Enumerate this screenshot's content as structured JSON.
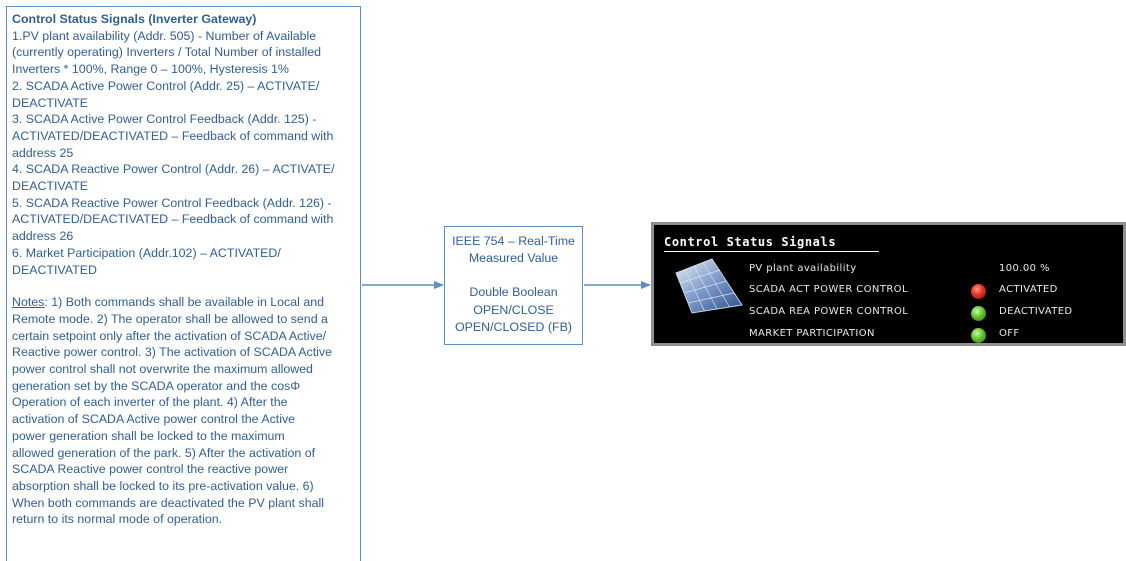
{
  "spec": {
    "title": "Control Status Signals (Inverter Gateway)",
    "lines": [
      "1.PV plant availability (Addr. 505) - Number of Available",
      "(currently operating) Inverters / Total Number of installed",
      "Inverters * 100%, Range 0 – 100%, Hysteresis 1%",
      "2. SCADA Active Power Control (Addr. 25) – ACTIVATE/",
      "DEACTIVATE",
      "3. SCADA Active Power Control Feedback (Addr. 125) -",
      "ACTIVATED/DEACTIVATED – Feedback of command with",
      "address 25",
      "4. SCADA Reactive Power Control (Addr. 26) – ACTIVATE/",
      "DEACTIVATE",
      "5. SCADA Reactive Power Control Feedback (Addr. 126) -",
      "ACTIVATED/DEACTIVATED – Feedback of command with",
      "address 26",
      "6. Market Participation (Addr.102) – ACTIVATED/",
      "DEACTIVATED"
    ],
    "notes_label": "Notes",
    "notes_first": ":  1) Both commands shall be available in Local and",
    "notes_lines": [
      "Remote mode. 2) The operator shall be allowed to send a",
      "certain setpoint only after the activation of SCADA Active/",
      "Reactive power control. 3) The activation of SCADA Active",
      "power control shall not overwrite the maximum allowed",
      "generation set by the SCADA operator and the cosΦ",
      "Operation of each inverter of the plant.  4) After the",
      "activation of SCADA Active power control the Active",
      "power generation shall be locked to the maximum",
      "allowed generation of the park. 5) After the activation of",
      "SCADA Reactive power control the reactive power",
      "absorption shall be locked to  its pre-activation value. 6)",
      "When both commands are deactivated the PV plant shall",
      "return to its normal mode of operation."
    ]
  },
  "middle": {
    "line1": "IEEE 754 – Real-Time",
    "line2": "Measured Value",
    "line3": "Double Boolean",
    "line4": "OPEN/CLOSE",
    "line5": "OPEN/CLOSED (FB)"
  },
  "panel": {
    "title": "Control Status Signals",
    "rows": [
      {
        "label": "PV plant availability",
        "led": "none",
        "value": "100.00 %"
      },
      {
        "label": "SCADA ACT POWER CONTROL",
        "led": "red",
        "value": "ACTIVATED"
      },
      {
        "label": "SCADA REA POWER CONTROL",
        "led": "green",
        "value": "DEACTIVATED"
      },
      {
        "label": "MARKET PARTICIPATION",
        "led": "green",
        "value": "OFF"
      }
    ]
  },
  "colors": {
    "text_blue": "#2f5f98",
    "border_blue": "#5b8fc7",
    "panel_bg": "#000000",
    "led_red": "#e0301e",
    "led_green": "#5fc22c"
  }
}
